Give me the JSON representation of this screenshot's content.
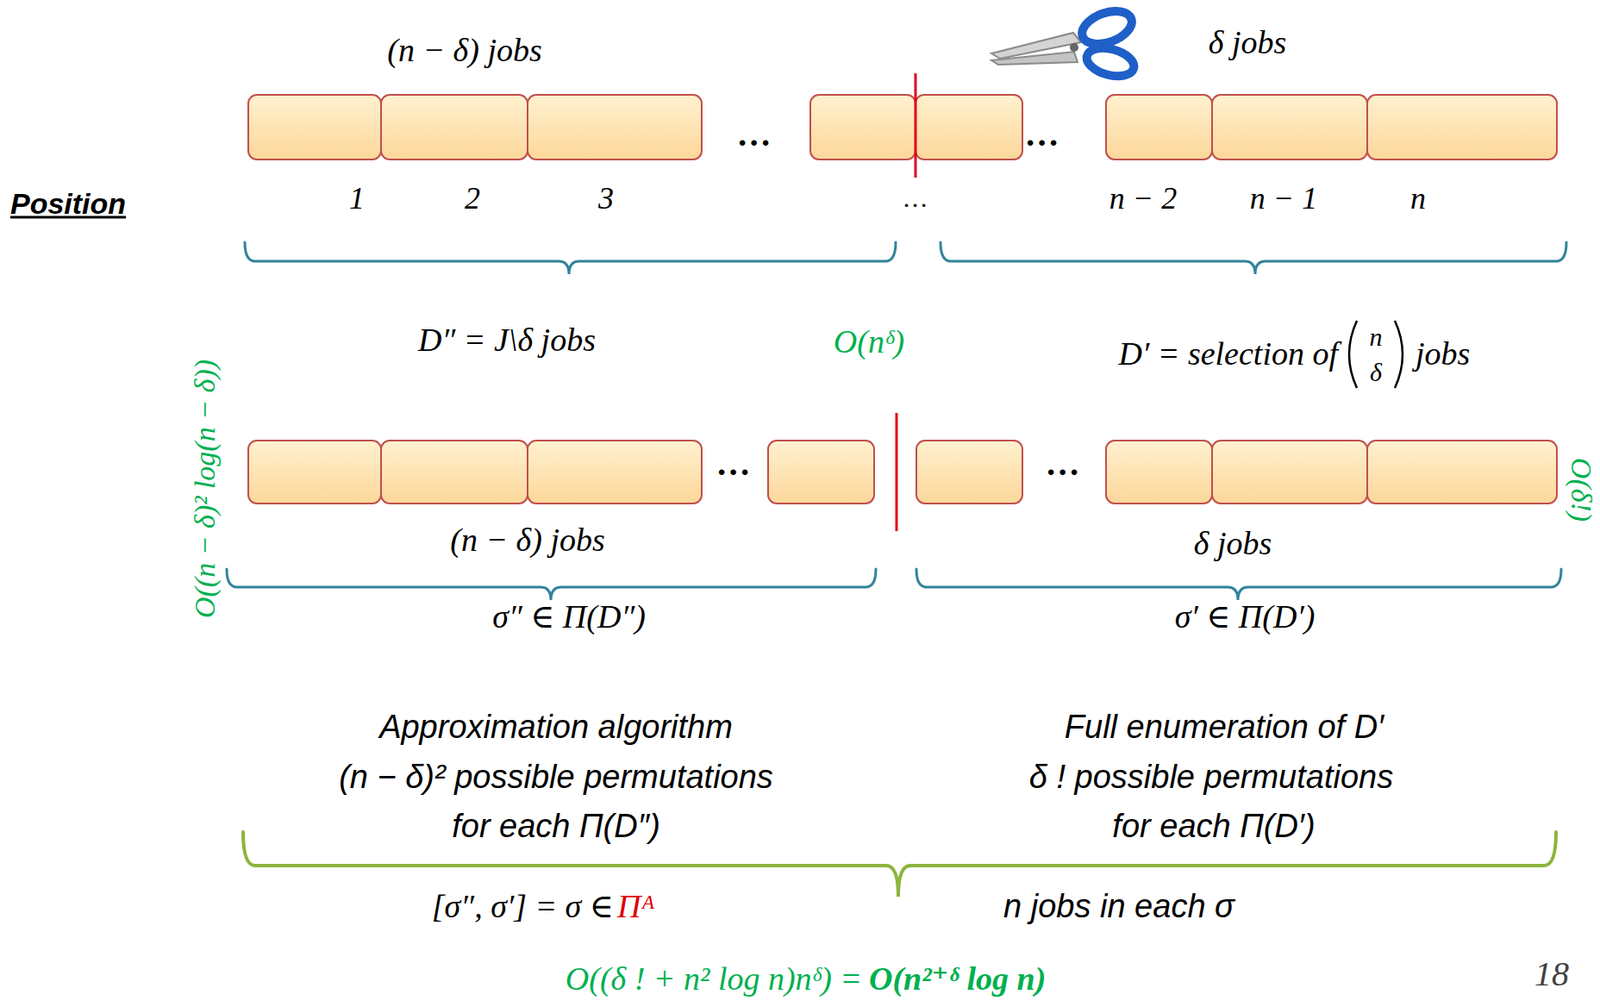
{
  "diagram": {
    "labels": [
      "(n − δ) jobs",
      "δ jobs",
      "…",
      "…",
      "Position",
      "1",
      "2",
      "3",
      "…",
      "n − 2",
      "n − 1",
      "n",
      "D″ = J\\δ jobs",
      "O(nᵟ)",
      "D′ = selection of",
      "n",
      "δ",
      "jobs",
      "O((n − δ)² log(n − δ))",
      "…",
      "…",
      "O(δ!)",
      "(n − δ) jobs",
      "δ jobs",
      "σ″ ∈ Π(D″)",
      "σ′ ∈ Π(D′)",
      "Approximation algorithm",
      "(n − δ)² possible permutations",
      "for each Π(D″)",
      "Full enumeration of D′",
      "δ ! possible permutations",
      "for each Π(D′)",
      "[σ″, σ′] = σ ∈",
      "Πᴬ",
      "n jobs in each σ",
      "O((δ ! + n² log n)nᵟ) =",
      "O(n²⁺ᵟ log n)",
      "18"
    ]
  }
}
